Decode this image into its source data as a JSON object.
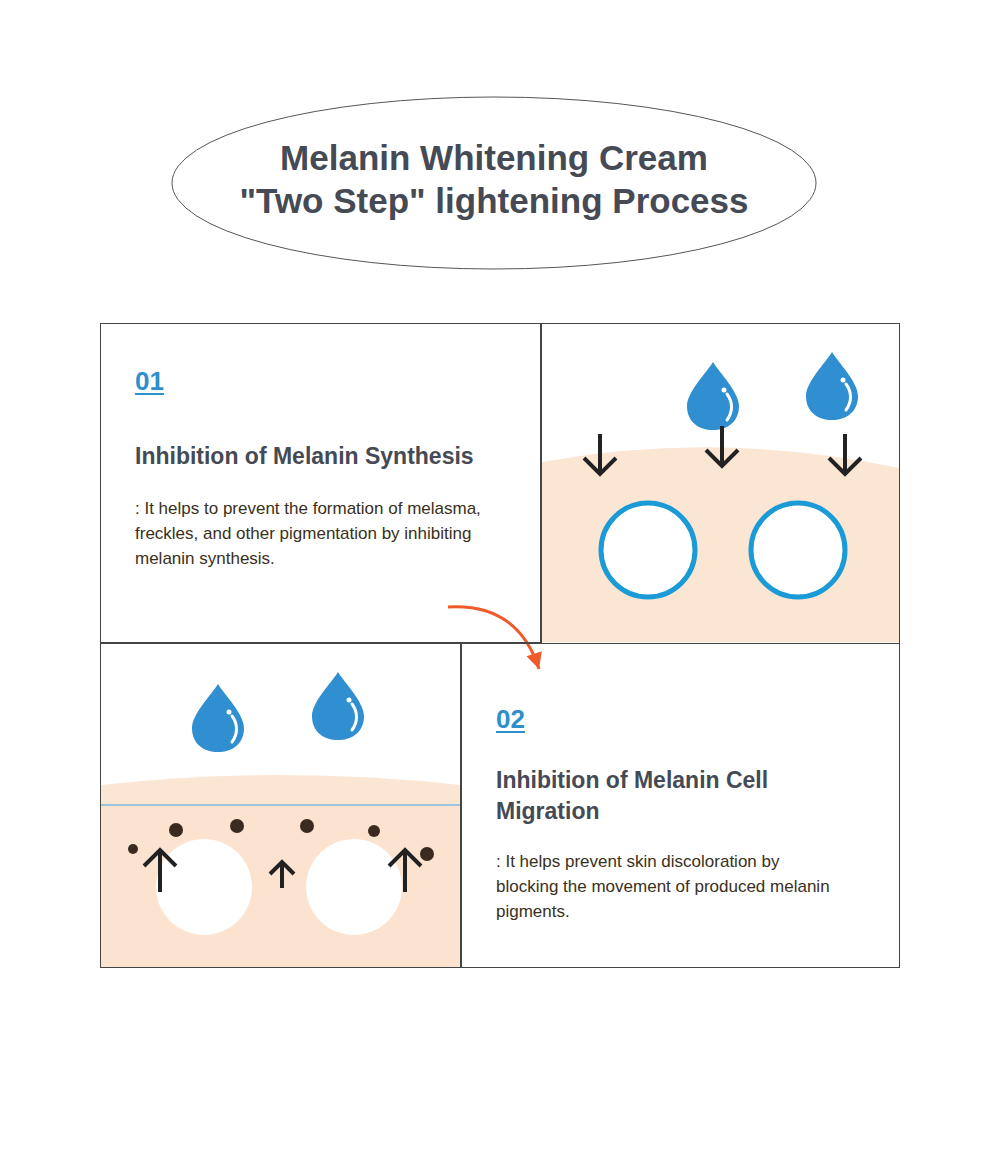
{
  "diagram": {
    "title": "Melanin Whitening Cream \"Two Step\" lightening Process",
    "nodes": [
      {
        "text": [
          "01",
          "Inhibition of Melanin Synthesis",
          ": It helps to prevent the formation of melasma, freckles, and other pigmentation by inhibiting melanin synthesis."
        ]
      },
      {
        "text": [
          "02",
          "Inhibition of Melanin Cell Migration",
          ": It helps prevent skin discoloration by blocking the movement of produced melanin pigments."
        ]
      }
    ],
    "edges": [
      {
        "from": 0,
        "to": 1,
        "arrow": "to"
      }
    ]
  }
}
